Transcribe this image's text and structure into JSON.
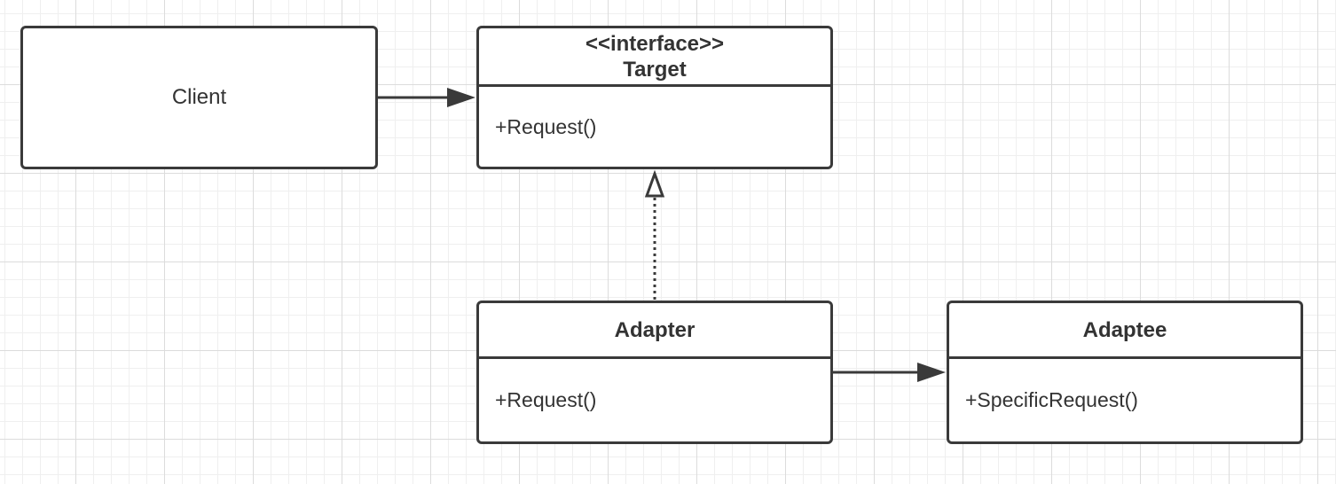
{
  "client": {
    "name": "Client"
  },
  "target": {
    "stereotype": "<<interface>>",
    "name": "Target",
    "method": "+Request()"
  },
  "adapter": {
    "name": "Adapter",
    "method": "+Request()"
  },
  "adaptee": {
    "name": "Adaptee",
    "method": "+SpecificRequest()"
  },
  "relations": [
    {
      "from": "Client",
      "to": "Target",
      "type": "association"
    },
    {
      "from": "Adapter",
      "to": "Target",
      "type": "realization"
    },
    {
      "from": "Adapter",
      "to": "Adaptee",
      "type": "association"
    }
  ]
}
